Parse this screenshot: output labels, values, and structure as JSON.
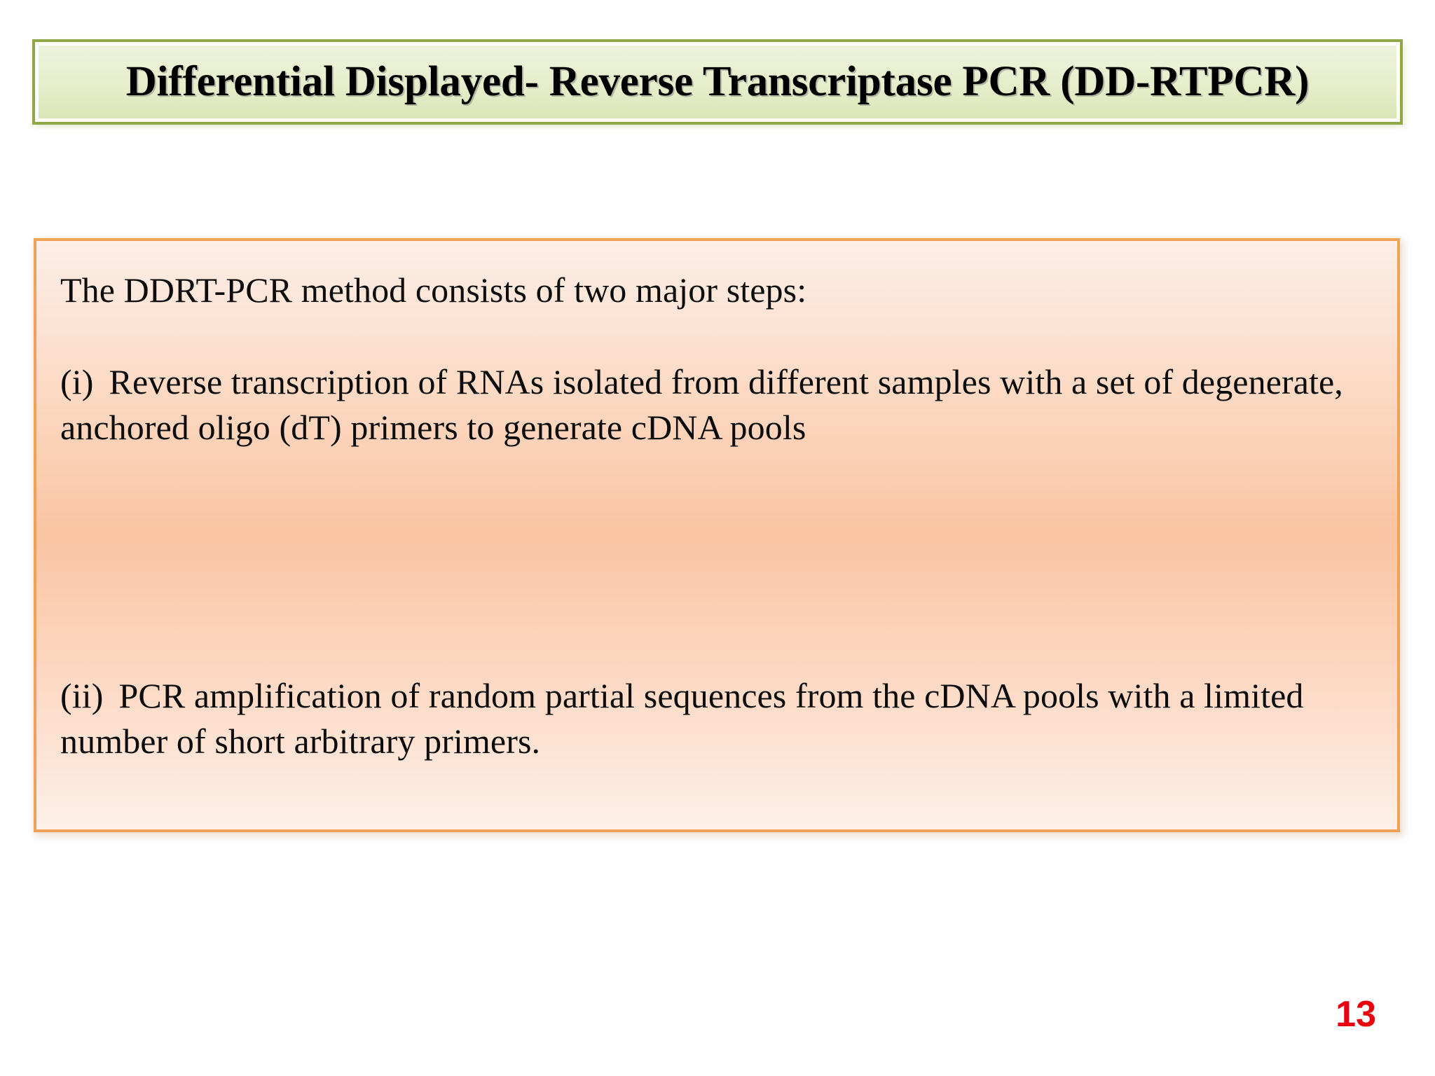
{
  "slide": {
    "background_color": "#ffffff",
    "title": {
      "text": "Differential Displayed- Reverse Transcriptase PCR (DD-RTPCR)",
      "border_color": "#8fa845",
      "fill_top_color": "#eef3dd",
      "fill_bottom_color": "#dbe6b6",
      "text_color": "#000000"
    },
    "content": {
      "border_color": "#f0a256",
      "fill_top_color": "#fdeee6",
      "fill_mid_color": "#fbc4a2",
      "fill_bottom_color": "#fdf0e8",
      "text_color": "#0d0d0d",
      "paragraphs": [
        {
          "id": "intro",
          "marker": "",
          "text": "The DDRT-PCR method consists of two major steps:"
        },
        {
          "id": "step-1",
          "marker": "(i)",
          "text": "Reverse transcription of RNAs isolated from different samples with a set of degenerate, anchored oligo (dT) primers to generate cDNA pools"
        },
        {
          "id": "step-2",
          "marker": "(ii)",
          "text": "PCR amplification of random partial sequences from the cDNA pools with a limited number of short arbitrary primers."
        }
      ]
    },
    "page_number": {
      "value": "13",
      "color": "#e8000d"
    }
  }
}
